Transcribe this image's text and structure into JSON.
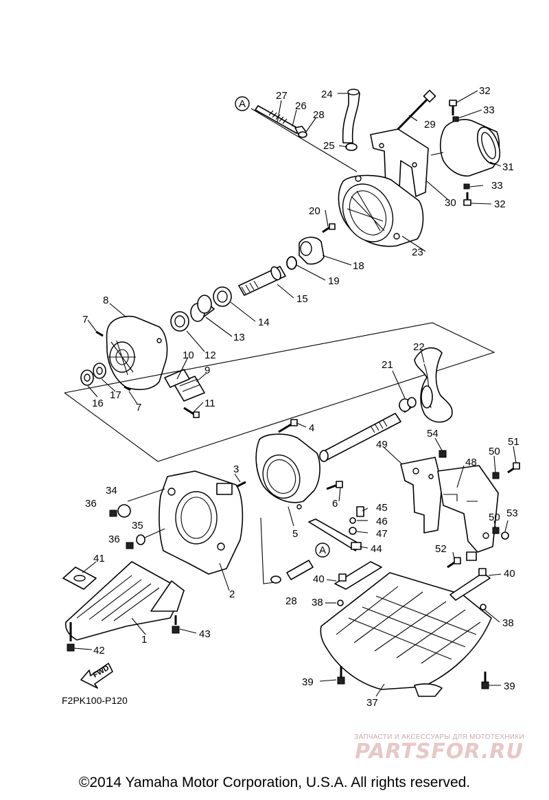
{
  "diagram": {
    "ref_code": "F2PK100-P120",
    "fwd_label": "FWD",
    "ref_a": "A",
    "callouts": [
      {
        "id": "c1",
        "text": "1"
      },
      {
        "id": "c2",
        "text": "2"
      },
      {
        "id": "c3",
        "text": "3"
      },
      {
        "id": "c4",
        "text": "4"
      },
      {
        "id": "c5",
        "text": "5"
      },
      {
        "id": "c6",
        "text": "6"
      },
      {
        "id": "c7a",
        "text": "7"
      },
      {
        "id": "c7b",
        "text": "7"
      },
      {
        "id": "c8",
        "text": "8"
      },
      {
        "id": "c9",
        "text": "9"
      },
      {
        "id": "c10",
        "text": "10"
      },
      {
        "id": "c11",
        "text": "11"
      },
      {
        "id": "c12",
        "text": "12"
      },
      {
        "id": "c13",
        "text": "13"
      },
      {
        "id": "c14",
        "text": "14"
      },
      {
        "id": "c15",
        "text": "15"
      },
      {
        "id": "c16",
        "text": "16"
      },
      {
        "id": "c17",
        "text": "17"
      },
      {
        "id": "c18",
        "text": "18"
      },
      {
        "id": "c19",
        "text": "19"
      },
      {
        "id": "c20",
        "text": "20"
      },
      {
        "id": "c21",
        "text": "21"
      },
      {
        "id": "c22",
        "text": "22"
      },
      {
        "id": "c23",
        "text": "23"
      },
      {
        "id": "c24",
        "text": "24"
      },
      {
        "id": "c25",
        "text": "25"
      },
      {
        "id": "c26",
        "text": "26"
      },
      {
        "id": "c27",
        "text": "27"
      },
      {
        "id": "c28a",
        "text": "28"
      },
      {
        "id": "c28b",
        "text": "28"
      },
      {
        "id": "c29",
        "text": "29"
      },
      {
        "id": "c30",
        "text": "30"
      },
      {
        "id": "c31",
        "text": "31"
      },
      {
        "id": "c32a",
        "text": "32"
      },
      {
        "id": "c32b",
        "text": "32"
      },
      {
        "id": "c33a",
        "text": "33"
      },
      {
        "id": "c33b",
        "text": "33"
      },
      {
        "id": "c34",
        "text": "34"
      },
      {
        "id": "c35",
        "text": "35"
      },
      {
        "id": "c36a",
        "text": "36"
      },
      {
        "id": "c36b",
        "text": "36"
      },
      {
        "id": "c37",
        "text": "37"
      },
      {
        "id": "c38a",
        "text": "38"
      },
      {
        "id": "c38b",
        "text": "38"
      },
      {
        "id": "c39a",
        "text": "39"
      },
      {
        "id": "c39b",
        "text": "39"
      },
      {
        "id": "c40a",
        "text": "40"
      },
      {
        "id": "c40b",
        "text": "40"
      },
      {
        "id": "c41",
        "text": "41"
      },
      {
        "id": "c42",
        "text": "42"
      },
      {
        "id": "c43",
        "text": "43"
      },
      {
        "id": "c44",
        "text": "44"
      },
      {
        "id": "c45",
        "text": "45"
      },
      {
        "id": "c46",
        "text": "46"
      },
      {
        "id": "c47",
        "text": "47"
      },
      {
        "id": "c48",
        "text": "48"
      },
      {
        "id": "c49",
        "text": "49"
      },
      {
        "id": "c50a",
        "text": "50"
      },
      {
        "id": "c50b",
        "text": "50"
      },
      {
        "id": "c51",
        "text": "51"
      },
      {
        "id": "c52",
        "text": "52"
      },
      {
        "id": "c53",
        "text": "53"
      },
      {
        "id": "c54",
        "text": "54"
      }
    ]
  },
  "watermark": {
    "tagline": "ЗАПЧАСТИ И АКСЕССУАРЫ ДЛЯ МОТОТЕХНИКИ",
    "brand": "PARTSFOR.RU"
  },
  "footer": {
    "copyright": "©2014 Yamaha Motor Corporation, U.S.A. All rights reserved."
  }
}
